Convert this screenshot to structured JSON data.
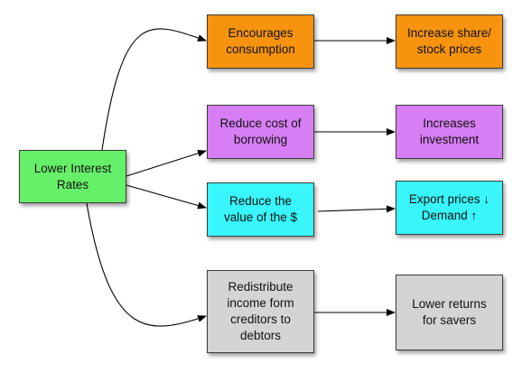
{
  "colors": {
    "root": "#66f06a",
    "orange": "#f7930e",
    "purple": "#d87ef5",
    "cyan": "#38f6fb",
    "gray": "#d4d4d4",
    "line": "#000000"
  },
  "nodes": {
    "root": {
      "label": "Lower Interest\nRates",
      "color": "root"
    },
    "consume": {
      "label": "Encourages\nconsumption",
      "color": "orange"
    },
    "stock": {
      "label": "Increase share/\nstock prices",
      "color": "orange"
    },
    "borrow": {
      "label": "Reduce cost of\nborrowing",
      "color": "purple"
    },
    "invest": {
      "label": "Increases\ninvestment",
      "color": "purple"
    },
    "value": {
      "label": "Reduce the\nvalue of the $",
      "color": "cyan"
    },
    "export": {
      "label": "Export prices ↓\nDemand ↑",
      "color": "cyan"
    },
    "redist": {
      "label": "Redistribute\nincome form\ncreditors to\ndebtors",
      "color": "gray"
    },
    "savers": {
      "label": "Lower returns\nfor savers",
      "color": "gray"
    }
  },
  "edges": [
    {
      "from": "root",
      "to": "consume"
    },
    {
      "from": "root",
      "to": "borrow"
    },
    {
      "from": "root",
      "to": "value"
    },
    {
      "from": "root",
      "to": "redist"
    },
    {
      "from": "consume",
      "to": "stock"
    },
    {
      "from": "borrow",
      "to": "invest"
    },
    {
      "from": "value",
      "to": "export"
    },
    {
      "from": "redist",
      "to": "savers"
    }
  ]
}
